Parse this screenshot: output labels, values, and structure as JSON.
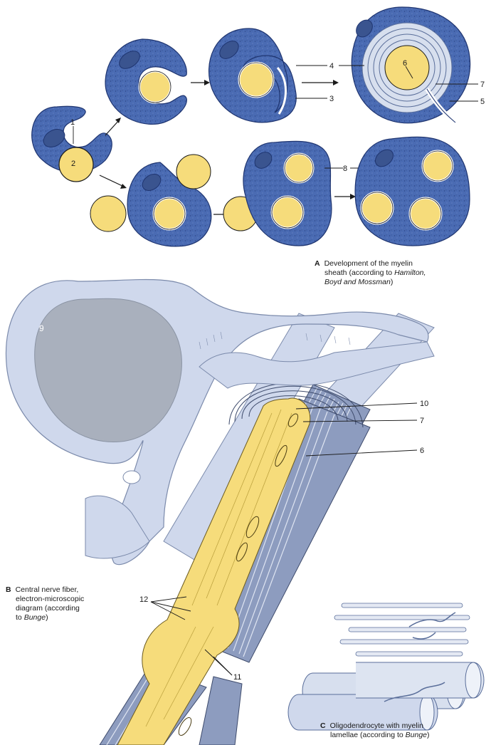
{
  "colors": {
    "cell_blue": "#4a6bb3",
    "cell_speckle": "#2c4585",
    "axon_yellow": "#f6dc7b",
    "sheath_light": "#d7dfee",
    "fiber_light": "#cfd8ec",
    "soma_gray": "#a9b0bd",
    "line": "#1a1a1a"
  },
  "labels": {
    "n1": "1",
    "n2": "2",
    "n3": "3",
    "n4": "4",
    "n5": "5",
    "n6": "6",
    "n7": "7",
    "n8": "8",
    "n9": "9",
    "n10": "10",
    "n11": "11",
    "n12": "12"
  },
  "captions": {
    "a": {
      "letter": "A",
      "line1": "Development of the myelin",
      "line2": "sheath (according to ",
      "line2_it": "Hamilton,",
      "line3_it": "Boyd and Mossman",
      "line3_end": ")"
    },
    "b": {
      "letter": "B",
      "line1": "Central nerve fiber,",
      "line2": "electron-microscopic",
      "line3": "diagram (according",
      "line4": "to ",
      "line4_it": "Bunge",
      "line4_end": ")"
    },
    "c": {
      "letter": "C",
      "line1": "Oligodendrocyte with myelin",
      "line2": "lamellae (according to ",
      "line2_it": "Bunge",
      "line2_end": ")"
    }
  }
}
